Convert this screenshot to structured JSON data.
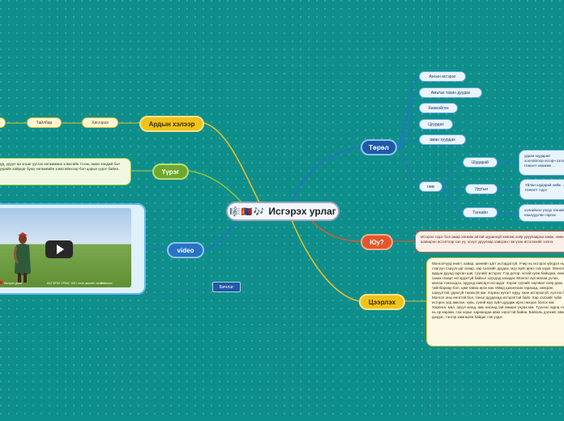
{
  "center": {
    "title": "Исгэрэх урлаг",
    "icons": "🎼🇲🇳🎶"
  },
  "branches": {
    "toril": "Төрөл",
    "yu": "Юу?",
    "tserleh": "Цээрлэх",
    "ardyn": "Ардын хэлээр",
    "uureg": "Үүрэг",
    "video": "video"
  },
  "toril_items": [
    "Ангын исгэрэх",
    "Амьтан тахин дуудах",
    "Хөөмэйлэх",
    "Цуурдах",
    "аман хуурдах"
  ],
  "nom": {
    "label": "нөм",
    "items": [
      {
        "label": "Шударай",
        "text": "удаан шударай хоолойгоор исгэрч хэлэх, Нэмэлт хамжиж ..."
      },
      {
        "label": "Уругын",
        "text": "Уйлан шударай хийж ..., Нэмэлт гэдэг"
      },
      {
        "label": "Тагнайн",
        "text": "хэлнийхээ үзүүр тагнайд наалдуулан гаргах"
      }
    ]
  },
  "yu_text": "Исгэрэх гэдэг бол амар хөгжим аятай шуранхүй хөөгиж хоёр уруулаараа хамж, нөөн, шовшрон исгэлтээр хэн үү, эсхүл уруулаар хавсран гэж үзэн исгэлэхийг хэлнэ.",
  "tserleh_text": "Монголчууд нөөгт, хавар, шөнийн цагт исгэрдэггүй. Учир нь исгэрэх үйлдэл нь сэргүүн сэрүүн цаг агаар, хар салхийг дуудах, муу зүйл ирнэ гэж үздэг. Монгол ардын дуунд гарсан шиг, түүнийг исгэрэх: Гэр дотор, эсгий хулж байхдаа, нөөс сахих газарт исгэрдэггүй байхыг хүүхдэд захидаг. Монгол хүн малаа услах, малаа тэжээхдээ, адуунд хавсарч исгэрдэг. Хэрэв түүнийг зөрчвөл хоёр дахь тайлбараар бол, цөм тавиа ирэх юм. Иймд цахилгаан гарахад, хавсран, хэрүүлтэй, удахгүй тахихгүй юм. Хэрвээ нутагт ядуу, хаан исгэрэхгүй, хүлээх бол, Монгол оны өнгөтэй бол, таныг дуудахад исгэрэлтэй байх. Хар салхийг гуйж исгэрэх үед амьтан, хувь, хүний муу зүйл дуудаж ирэх нөхцөл болох юм. Хөрөнгө, мал, эрүүл мэнд, амь насанд гай гамшиг учрах юм. Түүнээс гадна тогоо нь ор хараан, гэм хорыг хараандаа авах хэрэгтэй байна. Байгаль дэлхий, өвөг дээдэс, тэнгэр хамгаалж байдаг гэж үздэг.",
  "ardyn_items": [
    "Хисгэрэх",
    "Тайлбар",
    ""
  ],
  "uureg_text": "шуд, уруул аа эгшиг уусгах хөгжимжих хэмсгийн тгээж, аман хөндий бол цуурайн хайрцаг буюу хөгжимийн хэмсгийнхээр бол цэрын үүрэг байна.",
  "video": {
    "caption_right": "ИСГЭРЭХ УРЛАГ 100+ олон жилийн хөгжил",
    "caption_left": "Исгэрэх урлаг",
    "bottom_right": "© Чингис"
  },
  "bilgeg": "Бичлэг"
}
